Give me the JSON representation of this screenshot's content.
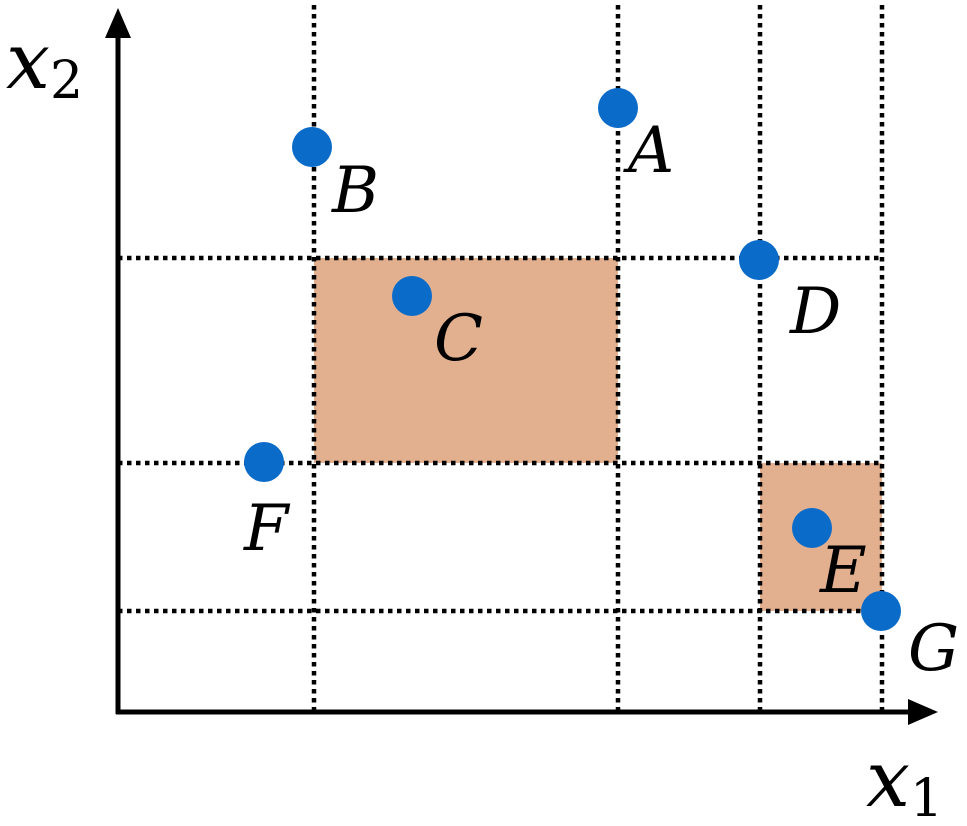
{
  "colors": {
    "point": "#0b6bc8",
    "region": "#e2b08f",
    "line": "#000000"
  },
  "axes": {
    "x": {
      "name": "x",
      "subscript": "1"
    },
    "y": {
      "name": "x",
      "subscript": "2"
    }
  },
  "points": [
    {
      "label": "A",
      "x": 5,
      "y": 6.5
    },
    {
      "label": "B",
      "x": 2,
      "y": 6
    },
    {
      "label": "C",
      "x": 3,
      "y": 4.5
    },
    {
      "label": "D",
      "x": 6.5,
      "y": 5
    },
    {
      "label": "E",
      "x": 7,
      "y": 2
    },
    {
      "label": "F",
      "x": 1.5,
      "y": 3
    },
    {
      "label": "G",
      "x": 8,
      "y": 1
    }
  ]
}
